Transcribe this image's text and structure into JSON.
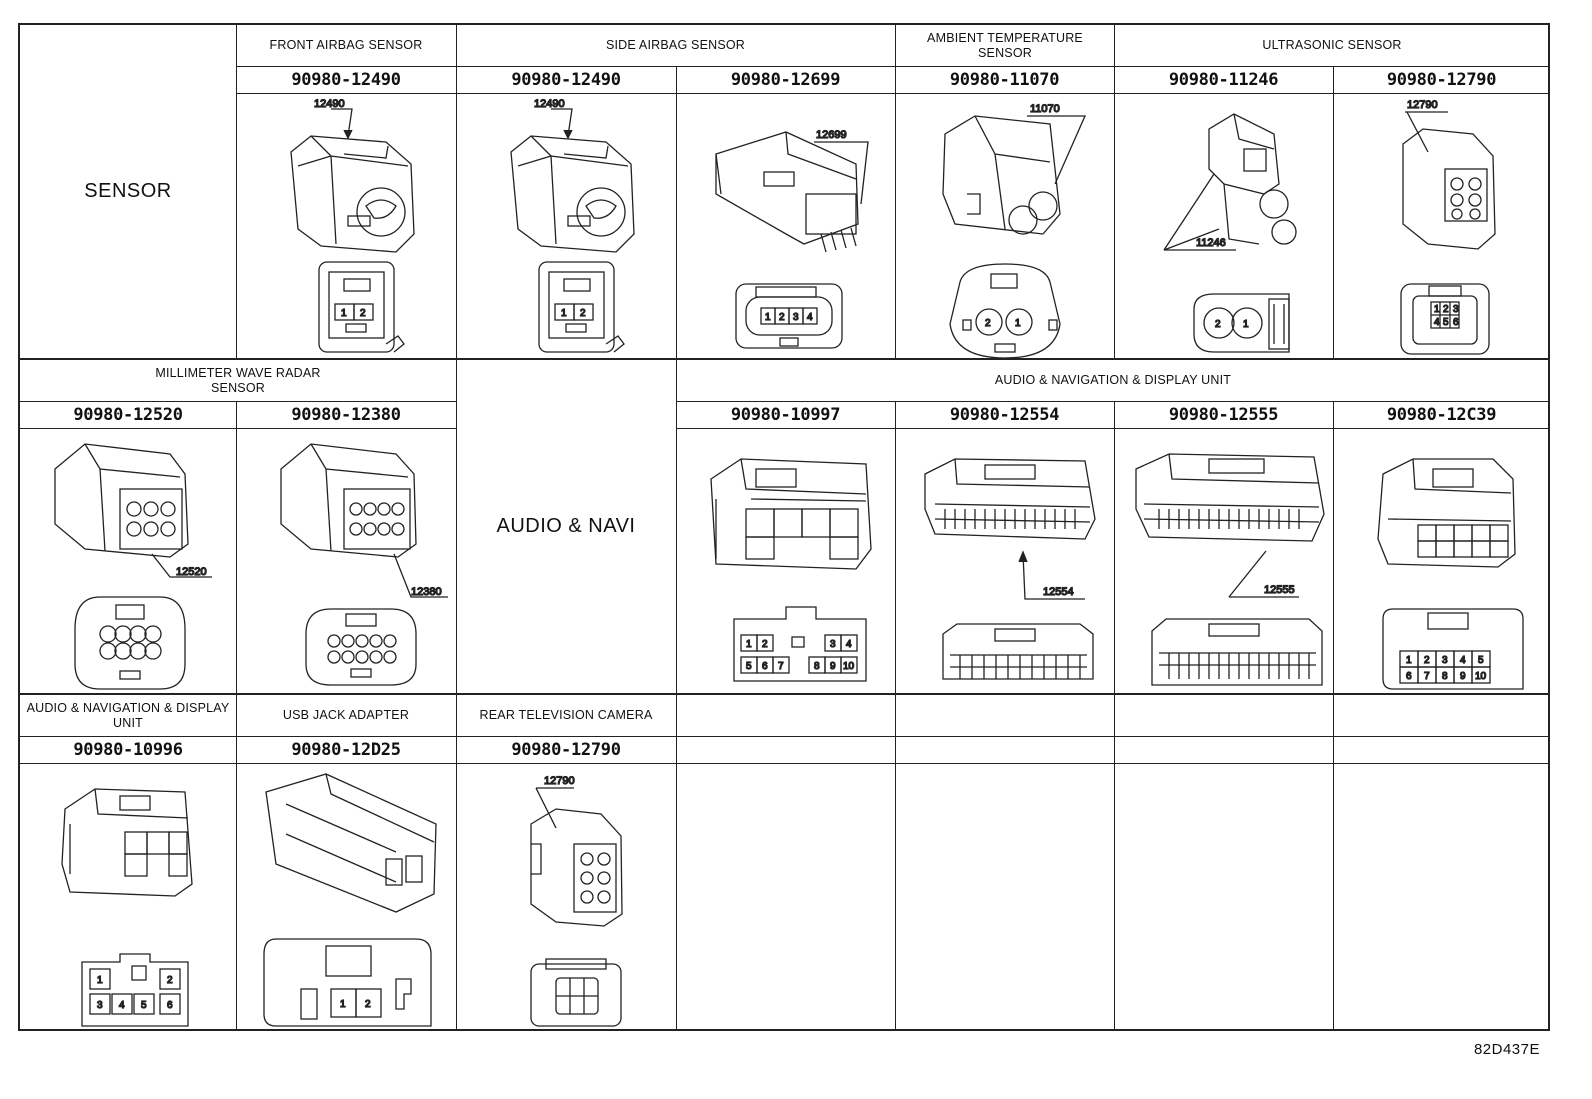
{
  "row1": {
    "sensor_title": "SENSOR",
    "front_airbag_title": "FRONT AIRBAG SENSOR",
    "side_airbag_title": "SIDE AIRBAG SENSOR",
    "ambient_title": "AMBIENT TEMPERATURE SENSOR",
    "ultrasonic_title": "ULTRASONIC SENSOR",
    "parts": [
      {
        "pn": "90980-12490",
        "callout": "12490",
        "pins": [
          "1",
          "2"
        ]
      },
      {
        "pn": "90980-12490",
        "callout": "12490",
        "pins": [
          "1",
          "2"
        ]
      },
      {
        "pn": "90980-12699",
        "callout": "12699",
        "pins": [
          "1",
          "2",
          "3",
          "4"
        ]
      },
      {
        "pn": "90980-11070",
        "callout": "11070",
        "pins": [
          "2",
          "1"
        ]
      },
      {
        "pn": "90980-11246",
        "callout": "11246",
        "pins": [
          "2",
          "1"
        ]
      },
      {
        "pn": "90980-12790",
        "callout": "12790",
        "pins": [
          "1",
          "2",
          "3",
          "4",
          "5",
          "6"
        ]
      }
    ]
  },
  "row2": {
    "mmwave_title": "MILLIMETER WAVE RADAR SENSOR",
    "audio_navi_title": "AUDIO & NAVI",
    "audio_nav_display_title": "AUDIO & NAVIGATION & DISPLAY UNIT",
    "parts": [
      {
        "pn": "90980-12520",
        "callout": "12520"
      },
      {
        "pn": "90980-12380",
        "callout": "12380"
      },
      {
        "pn": "90980-10997",
        "pins": [
          "1",
          "2",
          "3",
          "4",
          "5",
          "6",
          "7",
          "8",
          "9",
          "10"
        ]
      },
      {
        "pn": "90980-12554",
        "callout": "12554"
      },
      {
        "pn": "90980-12555",
        "callout": "12555"
      },
      {
        "pn": "90980-12C39",
        "pins": [
          "1",
          "2",
          "3",
          "4",
          "5",
          "6",
          "7",
          "8",
          "9",
          "10"
        ]
      }
    ]
  },
  "row3": {
    "audio_nav_display_title": "AUDIO & NAVIGATION & DISPLAY UNIT",
    "usb_title": "USB JACK ADAPTER",
    "rear_camera_title": "REAR TELEVISION CAMERA",
    "parts": [
      {
        "pn": "90980-10996",
        "pins": [
          "1",
          "2",
          "3",
          "4",
          "5",
          "6"
        ]
      },
      {
        "pn": "90980-12D25",
        "pins": [
          "1",
          "2"
        ]
      },
      {
        "pn": "90980-12790",
        "callout": "12790"
      }
    ]
  },
  "figure_code": "82D437E"
}
